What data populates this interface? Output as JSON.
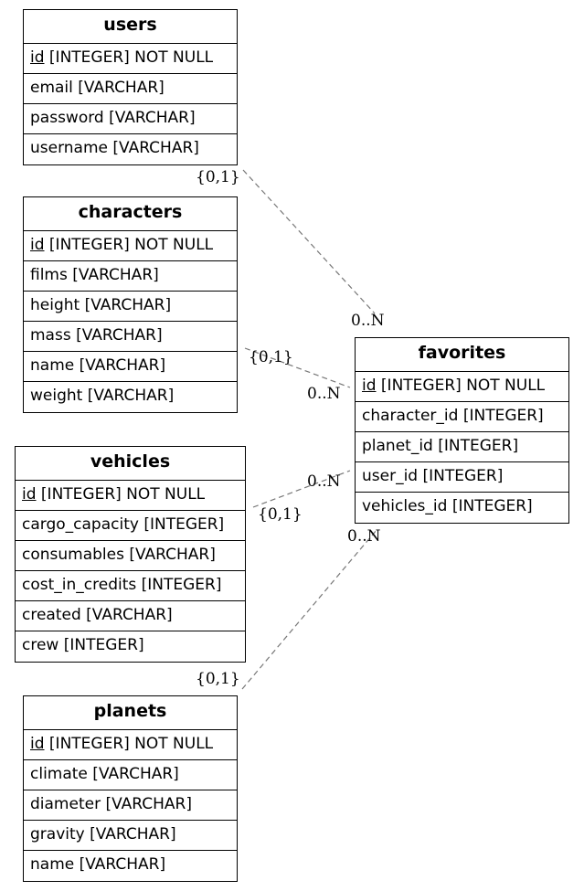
{
  "entities": {
    "users": {
      "title": "users",
      "columns": [
        {
          "name": "id",
          "type": " [INTEGER] NOT NULL"
        },
        {
          "name": "email",
          "type": " [VARCHAR]"
        },
        {
          "name": "password",
          "type": " [VARCHAR]"
        },
        {
          "name": "username",
          "type": " [VARCHAR]"
        }
      ]
    },
    "characters": {
      "title": "characters",
      "columns": [
        {
          "name": "id",
          "type": " [INTEGER] NOT NULL"
        },
        {
          "name": "films",
          "type": " [VARCHAR]"
        },
        {
          "name": "height",
          "type": " [VARCHAR]"
        },
        {
          "name": "mass",
          "type": " [VARCHAR]"
        },
        {
          "name": "name",
          "type": " [VARCHAR]"
        },
        {
          "name": "weight",
          "type": " [VARCHAR]"
        }
      ]
    },
    "vehicles": {
      "title": "vehicles",
      "columns": [
        {
          "name": "id",
          "type": " [INTEGER] NOT NULL"
        },
        {
          "name": "cargo_capacity",
          "type": " [INTEGER]"
        },
        {
          "name": "consumables",
          "type": " [VARCHAR]"
        },
        {
          "name": "cost_in_credits",
          "type": " [INTEGER]"
        },
        {
          "name": "created",
          "type": " [VARCHAR]"
        },
        {
          "name": "crew",
          "type": " [INTEGER]"
        }
      ]
    },
    "planets": {
      "title": "planets",
      "columns": [
        {
          "name": "id",
          "type": " [INTEGER] NOT NULL"
        },
        {
          "name": "climate",
          "type": " [VARCHAR]"
        },
        {
          "name": "diameter",
          "type": " [VARCHAR]"
        },
        {
          "name": "gravity",
          "type": " [VARCHAR]"
        },
        {
          "name": "name",
          "type": " [VARCHAR]"
        }
      ]
    },
    "favorites": {
      "title": "favorites",
      "columns": [
        {
          "name": "id",
          "type": " [INTEGER] NOT NULL"
        },
        {
          "name": "character_id",
          "type": " [INTEGER]"
        },
        {
          "name": "planet_id",
          "type": " [INTEGER]"
        },
        {
          "name": "user_id",
          "type": " [INTEGER]"
        },
        {
          "name": "vehicles_id",
          "type": " [INTEGER]"
        }
      ]
    }
  },
  "relations": [
    {
      "from": "users",
      "to": "favorites",
      "from_card": "{0,1}",
      "to_card": "0..N"
    },
    {
      "from": "characters",
      "to": "favorites",
      "from_card": "{0,1}",
      "to_card": "0..N"
    },
    {
      "from": "vehicles",
      "to": "favorites",
      "from_card": "{0,1}",
      "to_card": "0..N"
    },
    {
      "from": "planets",
      "to": "favorites",
      "from_card": "{0,1}",
      "to_card": "0..N"
    }
  ],
  "colors": {
    "line": "#777777",
    "border": "#000000"
  }
}
